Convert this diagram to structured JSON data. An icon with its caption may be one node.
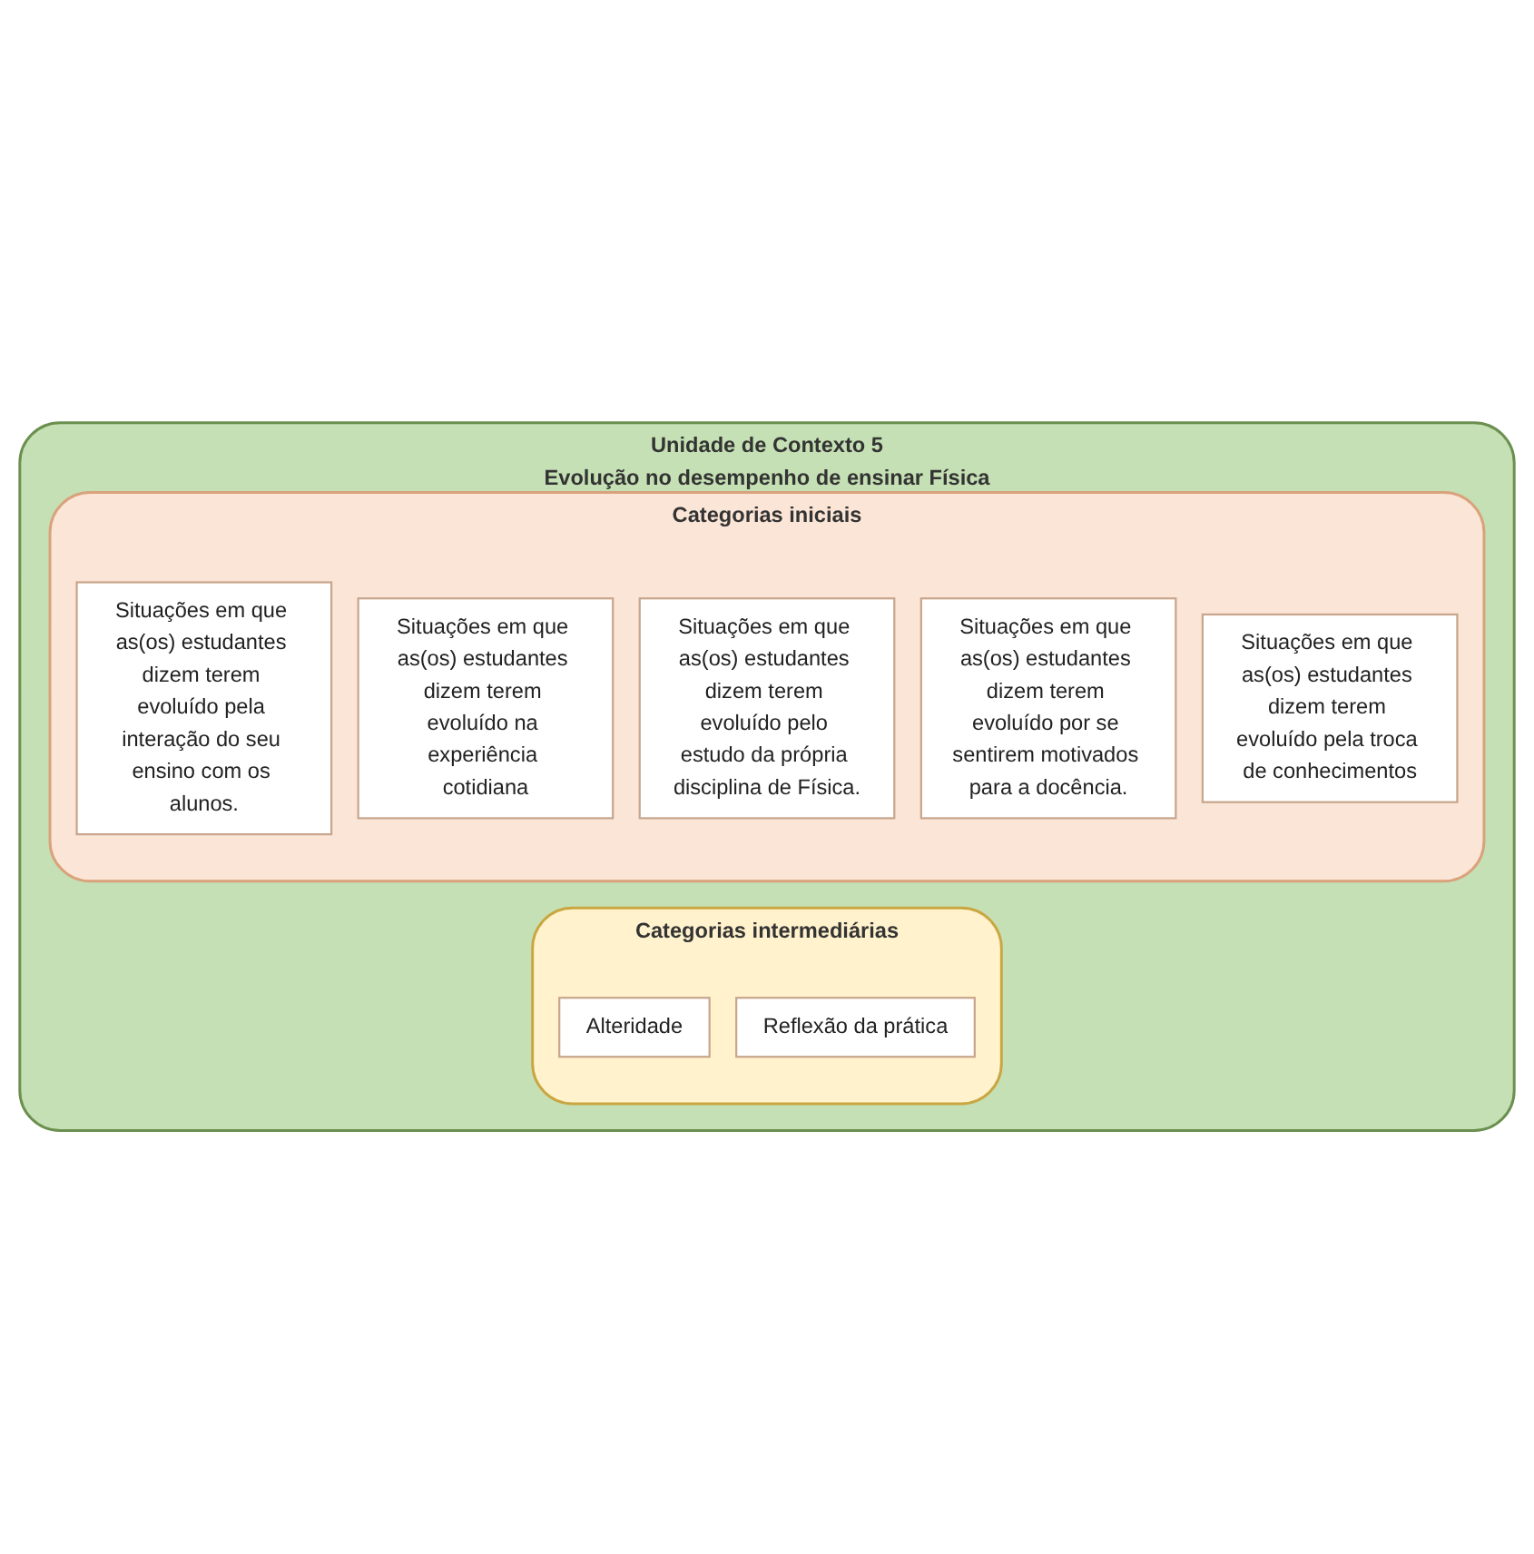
{
  "diagram": {
    "nodes": [
      {
        "text": [
          "Unidade de Contexto 5",
          "Evolução no desempenho de ensinar Física"
        ]
      },
      {
        "text": [
          "Categorias iniciais"
        ],
        "in": 0
      },
      {
        "text": [
          "Situações em que as(os) estudantes dizem terem evoluído pela interação do seu ensino com os alunos."
        ],
        "in": 1
      },
      {
        "text": [
          "Situações em que as(os) estudantes dizem terem evoluído na experiência cotidiana"
        ],
        "in": 1
      },
      {
        "text": [
          "Situações em que as(os) estudantes dizem terem evoluído pelo estudo da própria disciplina de Física."
        ],
        "in": 1
      },
      {
        "text": [
          "Situações em que as(os) estudantes dizem terem evoluído por se sentirem motivados para a docência."
        ],
        "in": 1
      },
      {
        "text": [
          "Situações em que as(os) estudantes dizem terem evoluído pela troca de conhecimentos"
        ],
        "in": 1
      },
      {
        "text": [
          "Categorias intermediárias"
        ],
        "in": 0
      },
      {
        "text": [
          "Alteridade"
        ],
        "in": 7
      },
      {
        "text": [
          "Reflexão da prática"
        ],
        "in": 7
      }
    ]
  }
}
